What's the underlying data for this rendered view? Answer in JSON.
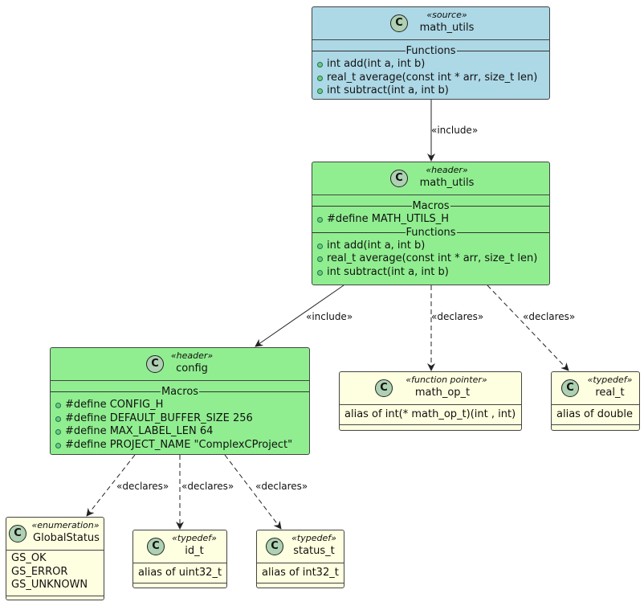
{
  "nodes": {
    "math_utils_source": {
      "stereotype": "«source»",
      "name": "math_utils",
      "icon": "C",
      "functions_label": "Functions",
      "functions": [
        "int add(int a, int b)",
        "real_t average(const int * arr, size_t len)",
        "int subtract(int a, int b)"
      ]
    },
    "math_utils_header": {
      "stereotype": "«header»",
      "name": "math_utils",
      "icon": "C",
      "macros_label": "Macros",
      "macros": [
        "#define MATH_UTILS_H"
      ],
      "functions_label": "Functions",
      "functions": [
        "int add(int a, int b)",
        "real_t average(const int * arr, size_t len)",
        "int subtract(int a, int b)"
      ]
    },
    "config_header": {
      "stereotype": "«header»",
      "name": "config",
      "icon": "C",
      "macros_label": "Macros",
      "macros": [
        "#define CONFIG_H",
        "#define DEFAULT_BUFFER_SIZE 256",
        "#define MAX_LABEL_LEN 64",
        "#define PROJECT_NAME \"ComplexCProject\""
      ]
    },
    "math_op_t": {
      "stereotype": "«function pointer»",
      "name": "math_op_t",
      "icon": "C",
      "body": "alias of int(* math_op_t)(int , int)"
    },
    "real_t": {
      "stereotype": "«typedef»",
      "name": "real_t",
      "icon": "C",
      "body": "alias of double"
    },
    "GlobalStatus": {
      "stereotype": "«enumeration»",
      "name": "GlobalStatus",
      "icon": "C",
      "values": [
        "GS_OK",
        "GS_ERROR",
        "GS_UNKNOWN"
      ]
    },
    "id_t": {
      "stereotype": "«typedef»",
      "name": "id_t",
      "icon": "C",
      "body": "alias of uint32_t"
    },
    "status_t": {
      "stereotype": "«typedef»",
      "name": "status_t",
      "icon": "C",
      "body": "alias of int32_t"
    }
  },
  "edges": [
    {
      "from": "math_utils_source",
      "to": "math_utils_header",
      "label": "«include»",
      "style": "solid"
    },
    {
      "from": "math_utils_header",
      "to": "config_header",
      "label": "«include»",
      "style": "solid"
    },
    {
      "from": "math_utils_header",
      "to": "math_op_t",
      "label": "«declares»",
      "style": "dashed"
    },
    {
      "from": "math_utils_header",
      "to": "real_t",
      "label": "«declares»",
      "style": "dashed"
    },
    {
      "from": "config_header",
      "to": "GlobalStatus",
      "label": "«declares»",
      "style": "dashed"
    },
    {
      "from": "config_header",
      "to": "id_t",
      "label": "«declares»",
      "style": "dashed"
    },
    {
      "from": "config_header",
      "to": "status_t",
      "label": "«declares»",
      "style": "dashed"
    }
  ],
  "colors": {
    "source_fill": "#add8e6",
    "header_fill": "#90ee90",
    "type_fill": "#fefee0",
    "class_icon_fill": "#add1b2",
    "member_dot": "#84be84",
    "line": "#222222"
  }
}
